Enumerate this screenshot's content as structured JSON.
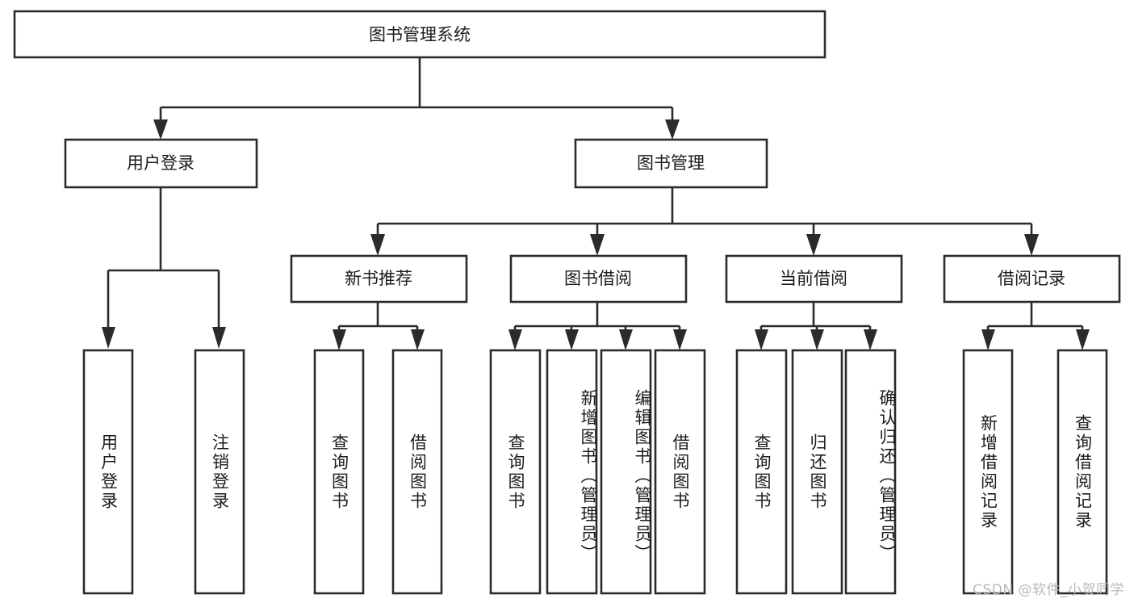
{
  "diagram": {
    "type": "tree-hierarchy",
    "title": "图书管理系统",
    "root": {
      "id": "root",
      "label": "图书管理系统",
      "orientation": "horizontal"
    },
    "level2": [
      {
        "id": "user-login",
        "label": "用户登录",
        "orientation": "horizontal"
      },
      {
        "id": "book-manage",
        "label": "图书管理",
        "orientation": "horizontal"
      }
    ],
    "level3": [
      {
        "id": "new-book-rec",
        "label": "新书推荐",
        "parent": "book-manage",
        "orientation": "horizontal"
      },
      {
        "id": "book-borrow",
        "label": "图书借阅",
        "parent": "book-manage",
        "orientation": "horizontal"
      },
      {
        "id": "current-borrow",
        "label": "当前借阅",
        "parent": "book-manage",
        "orientation": "horizontal"
      },
      {
        "id": "borrow-record",
        "label": "借阅记录",
        "parent": "book-manage",
        "orientation": "horizontal"
      }
    ],
    "leaves": [
      {
        "id": "leaf-user-login",
        "label": "用户登录",
        "parent": "user-login",
        "orientation": "vertical"
      },
      {
        "id": "leaf-user-logout",
        "label": "注销登录",
        "parent": "user-login",
        "orientation": "vertical"
      },
      {
        "id": "leaf-query-book-1",
        "label": "查询图书",
        "parent": "new-book-rec",
        "orientation": "vertical"
      },
      {
        "id": "leaf-borrow-book-1",
        "label": "借阅图书",
        "parent": "new-book-rec",
        "orientation": "vertical"
      },
      {
        "id": "leaf-query-book-2",
        "label": "查询图书",
        "parent": "book-borrow",
        "orientation": "vertical"
      },
      {
        "id": "leaf-add-book",
        "label": "新增图书（管理员）",
        "parent": "book-borrow",
        "orientation": "vertical"
      },
      {
        "id": "leaf-edit-book",
        "label": "编辑图书（管理员）",
        "parent": "book-borrow",
        "orientation": "vertical"
      },
      {
        "id": "leaf-borrow-book-2",
        "label": "借阅图书",
        "parent": "book-borrow",
        "orientation": "vertical"
      },
      {
        "id": "leaf-query-book-3",
        "label": "查询图书",
        "parent": "current-borrow",
        "orientation": "vertical"
      },
      {
        "id": "leaf-return-book",
        "label": "归还图书",
        "parent": "current-borrow",
        "orientation": "vertical"
      },
      {
        "id": "leaf-confirm-return",
        "label": "确认归还（管理员）",
        "parent": "current-borrow",
        "orientation": "vertical"
      },
      {
        "id": "leaf-add-record",
        "label": "新增借阅记录",
        "parent": "borrow-record",
        "orientation": "vertical"
      },
      {
        "id": "leaf-query-record",
        "label": "查询借阅记录",
        "parent": "borrow-record",
        "orientation": "vertical"
      }
    ],
    "colors": {
      "stroke": "#2b2b2b",
      "fill": "#ffffff",
      "text": "#1c1c1c",
      "background": "#ffffff",
      "watermark": "#b9b9b9"
    }
  },
  "watermark": {
    "text": "CSDN @软件_小贺同学"
  }
}
